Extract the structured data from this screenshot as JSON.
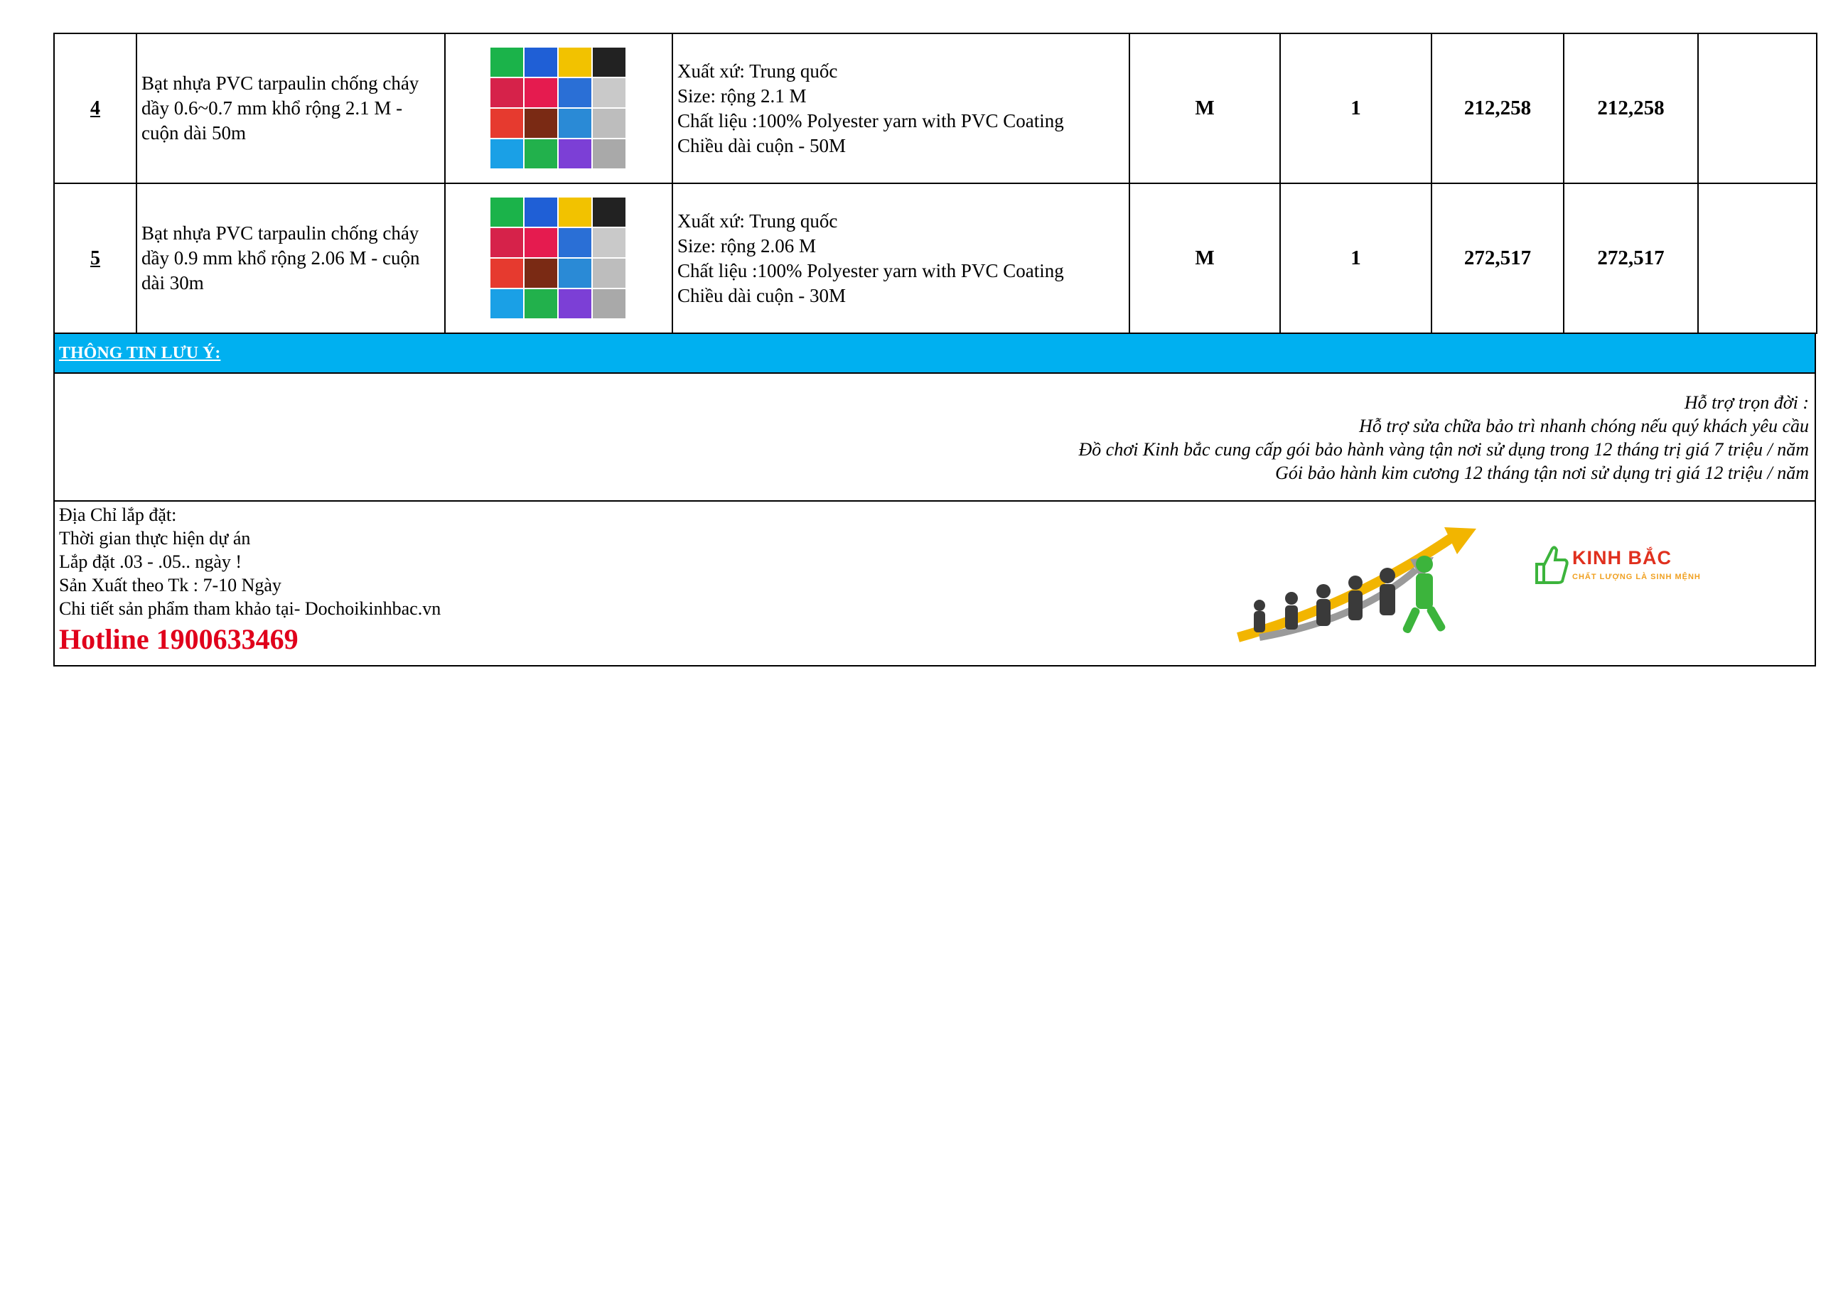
{
  "rows": [
    {
      "stt": "4",
      "name": "Bạt nhựa PVC tarpaulin chống cháy dầy 0.6~0.7  mm khổ rộng 2.1 M - cuộn dài 50m",
      "spec": [
        "Xuất xứ: Trung quốc",
        "Size: rộng 2.1 M",
        "Chất liệu :100% Polyester yarn with PVC Coating",
        "Chiều dài cuộn - 50M"
      ],
      "unit": "M",
      "qty": "1",
      "price": "212,258",
      "total": "212,258",
      "note": ""
    },
    {
      "stt": "5",
      "name": "Bạt nhựa PVC tarpaulin chống cháy dầy 0.9  mm khổ rộng 2.06 M - cuộn dài 30m",
      "spec": [
        "Xuất xứ: Trung quốc",
        "Size: rộng 2.06 M",
        "Chất liệu :100% Polyester yarn with PVC Coating",
        "Chiều dài cuộn - 30M"
      ],
      "unit": "M",
      "qty": "1",
      "price": "272,517",
      "total": "272,517",
      "note": ""
    }
  ],
  "notes": {
    "title": "THÔNG TIN LƯU Ý:",
    "lines": [
      "Hỗ trợ trọn đời :",
      "Hỗ trợ sửa chữa bảo trì nhanh chóng nếu quý khách yêu cầu",
      "Đồ chơi Kinh bắc cung cấp gói bảo hành vàng tận nơi sử dụng trong 12 tháng trị giá 7 triệu / năm",
      "Gói bảo hành kim cương 12 tháng tận nơi sử dụng trị giá 12 triệu / năm"
    ]
  },
  "footer": {
    "lines": [
      "Địa Chỉ lắp đặt:",
      "Thời gian thực hiện dự án",
      "Lắp đặt .03 - .05.. ngày !",
      "Sản Xuất theo Tk : 7-10 Ngày",
      "Chi tiết sản phẩm tham khảo tại- Dochoikinhbac.vn"
    ],
    "hotline": "Hotline 1900633469",
    "logo_name": "KINH BẮC",
    "logo_slogan": "CHẤT LƯỢNG LÀ SINH MỆNH"
  },
  "colors": {
    "note_bar": "#00b0f0",
    "hotline": "#e0001b",
    "logo_green": "#3cb43c"
  },
  "swatches": [
    "#1bb34a",
    "#1f5fd6",
    "#f2c200",
    "#222222",
    "#d6224a",
    "#e51b4f",
    "#2a6fd6",
    "#c9c9c9",
    "#e63a2f",
    "#7a2a14",
    "#2a8ad6",
    "#bdbdbd",
    "#1aa0e6",
    "#22b14c",
    "#7c3fd6",
    "#a9a9a9"
  ]
}
